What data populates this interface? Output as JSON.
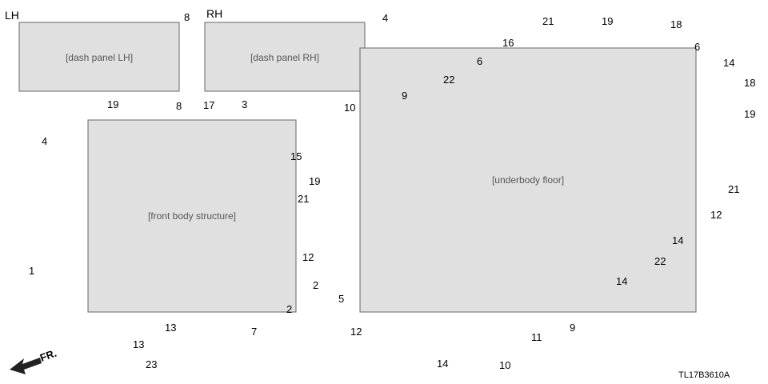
{
  "headers": {
    "left": "LH",
    "right": "RH"
  },
  "direction_label": "FR.",
  "diagram_code": "TL17B3610A",
  "callouts": {
    "c1": "1",
    "c2a": "2",
    "c2b": "2",
    "c3": "3",
    "c4a": "4",
    "c4b": "4",
    "c5": "5",
    "c6a": "6",
    "c6b": "6",
    "c7": "7",
    "c8a": "8",
    "c8b": "8",
    "c9a": "9",
    "c9b": "9",
    "c10a": "10",
    "c10b": "10",
    "c11": "11",
    "c12a": "12",
    "c12b": "12",
    "c12c": "12",
    "c13a": "13",
    "c13b": "13",
    "c14a": "14",
    "c14b": "14",
    "c14c": "14",
    "c14d": "14",
    "c15": "15",
    "c16": "16",
    "c17": "17",
    "c18a": "18",
    "c18b": "18",
    "c19a": "19",
    "c19b": "19",
    "c19c": "19",
    "c19d": "19",
    "c21a": "21",
    "c21b": "21",
    "c21c": "21",
    "c22a": "22",
    "c22b": "22",
    "c23": "23"
  }
}
